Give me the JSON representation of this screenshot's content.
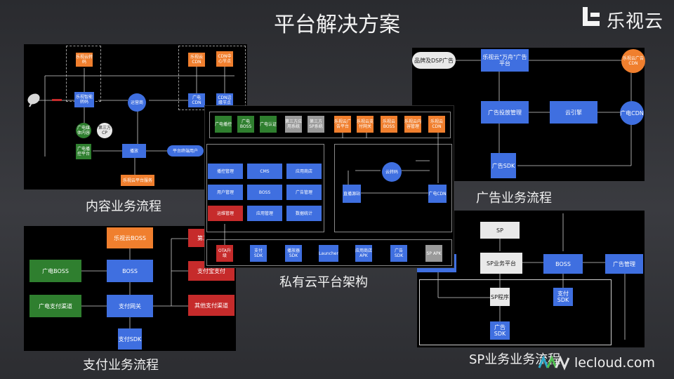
{
  "slide": {
    "title": "平台解决方案"
  },
  "brand": {
    "name": "乐视云",
    "url": "lecloud.com"
  },
  "colors": {
    "blue": "#3f6fe0",
    "orange": "#f07f2e",
    "green": "#2f7f2f",
    "red": "#c62b2b",
    "gray": "#9a9a9a"
  },
  "captions": {
    "content": "内容业务流程",
    "ad": "广告业务流程",
    "private": "私有云平台架构",
    "pay": "支付业务流程",
    "sp": "SP业务业务流程"
  },
  "content_flow": {
    "nodes": [
      "乐视云转码",
      "乐视云CDN",
      "CDN中心节点",
      "乐视智能转码",
      "广电CDN",
      "CDN边缘节点",
      "运营商",
      "广电媒体内容",
      "第三方CP",
      "广电播控平台",
      "播放",
      "平台终端用户",
      "乐视云平台服务"
    ]
  },
  "ad_flow": {
    "nodes": [
      "品牌及DSP广告",
      "乐视云\"万舟\"广告平台",
      "乐视云广告CDN",
      "广告投放管理",
      "云引擎",
      "广电CDN",
      "广告SDK"
    ]
  },
  "private_cloud": {
    "top_row": [
      "广电播控",
      "广电BOSS",
      "广电认证",
      "第三方应用系统",
      "第三方SP系统",
      "乐视云广告平台",
      "乐视云支付网关",
      "乐视云BOSS",
      "乐视云内容管理",
      "乐视云CDN"
    ],
    "mid_left": [
      "播控管理",
      "CMS",
      "应用商店",
      "用户管理",
      "BOSS",
      "广告管理",
      "运维管理",
      "应用管理",
      "数据统计"
    ],
    "mid_right": [
      "直播源站",
      "云转码",
      "广电CDN"
    ],
    "bottom_row": [
      "OTA升级",
      "支付SDK",
      "播放器SDK",
      "Launcher",
      "应用商店APK",
      "广告SDK",
      "SP APK"
    ]
  },
  "pay_flow": {
    "nodes": [
      "乐视云BOSS",
      "广电BOSS",
      "BOSS",
      "广电支付渠道",
      "支付网关",
      "支付SDK",
      "第三方支付",
      "支付宝支付",
      "其他支付渠道"
    ]
  },
  "sp_flow": {
    "nodes": [
      "SP",
      "SP业务平台",
      "BOSS",
      "广告管理",
      "SP程序",
      "支付SDK",
      "广告SDK"
    ]
  }
}
